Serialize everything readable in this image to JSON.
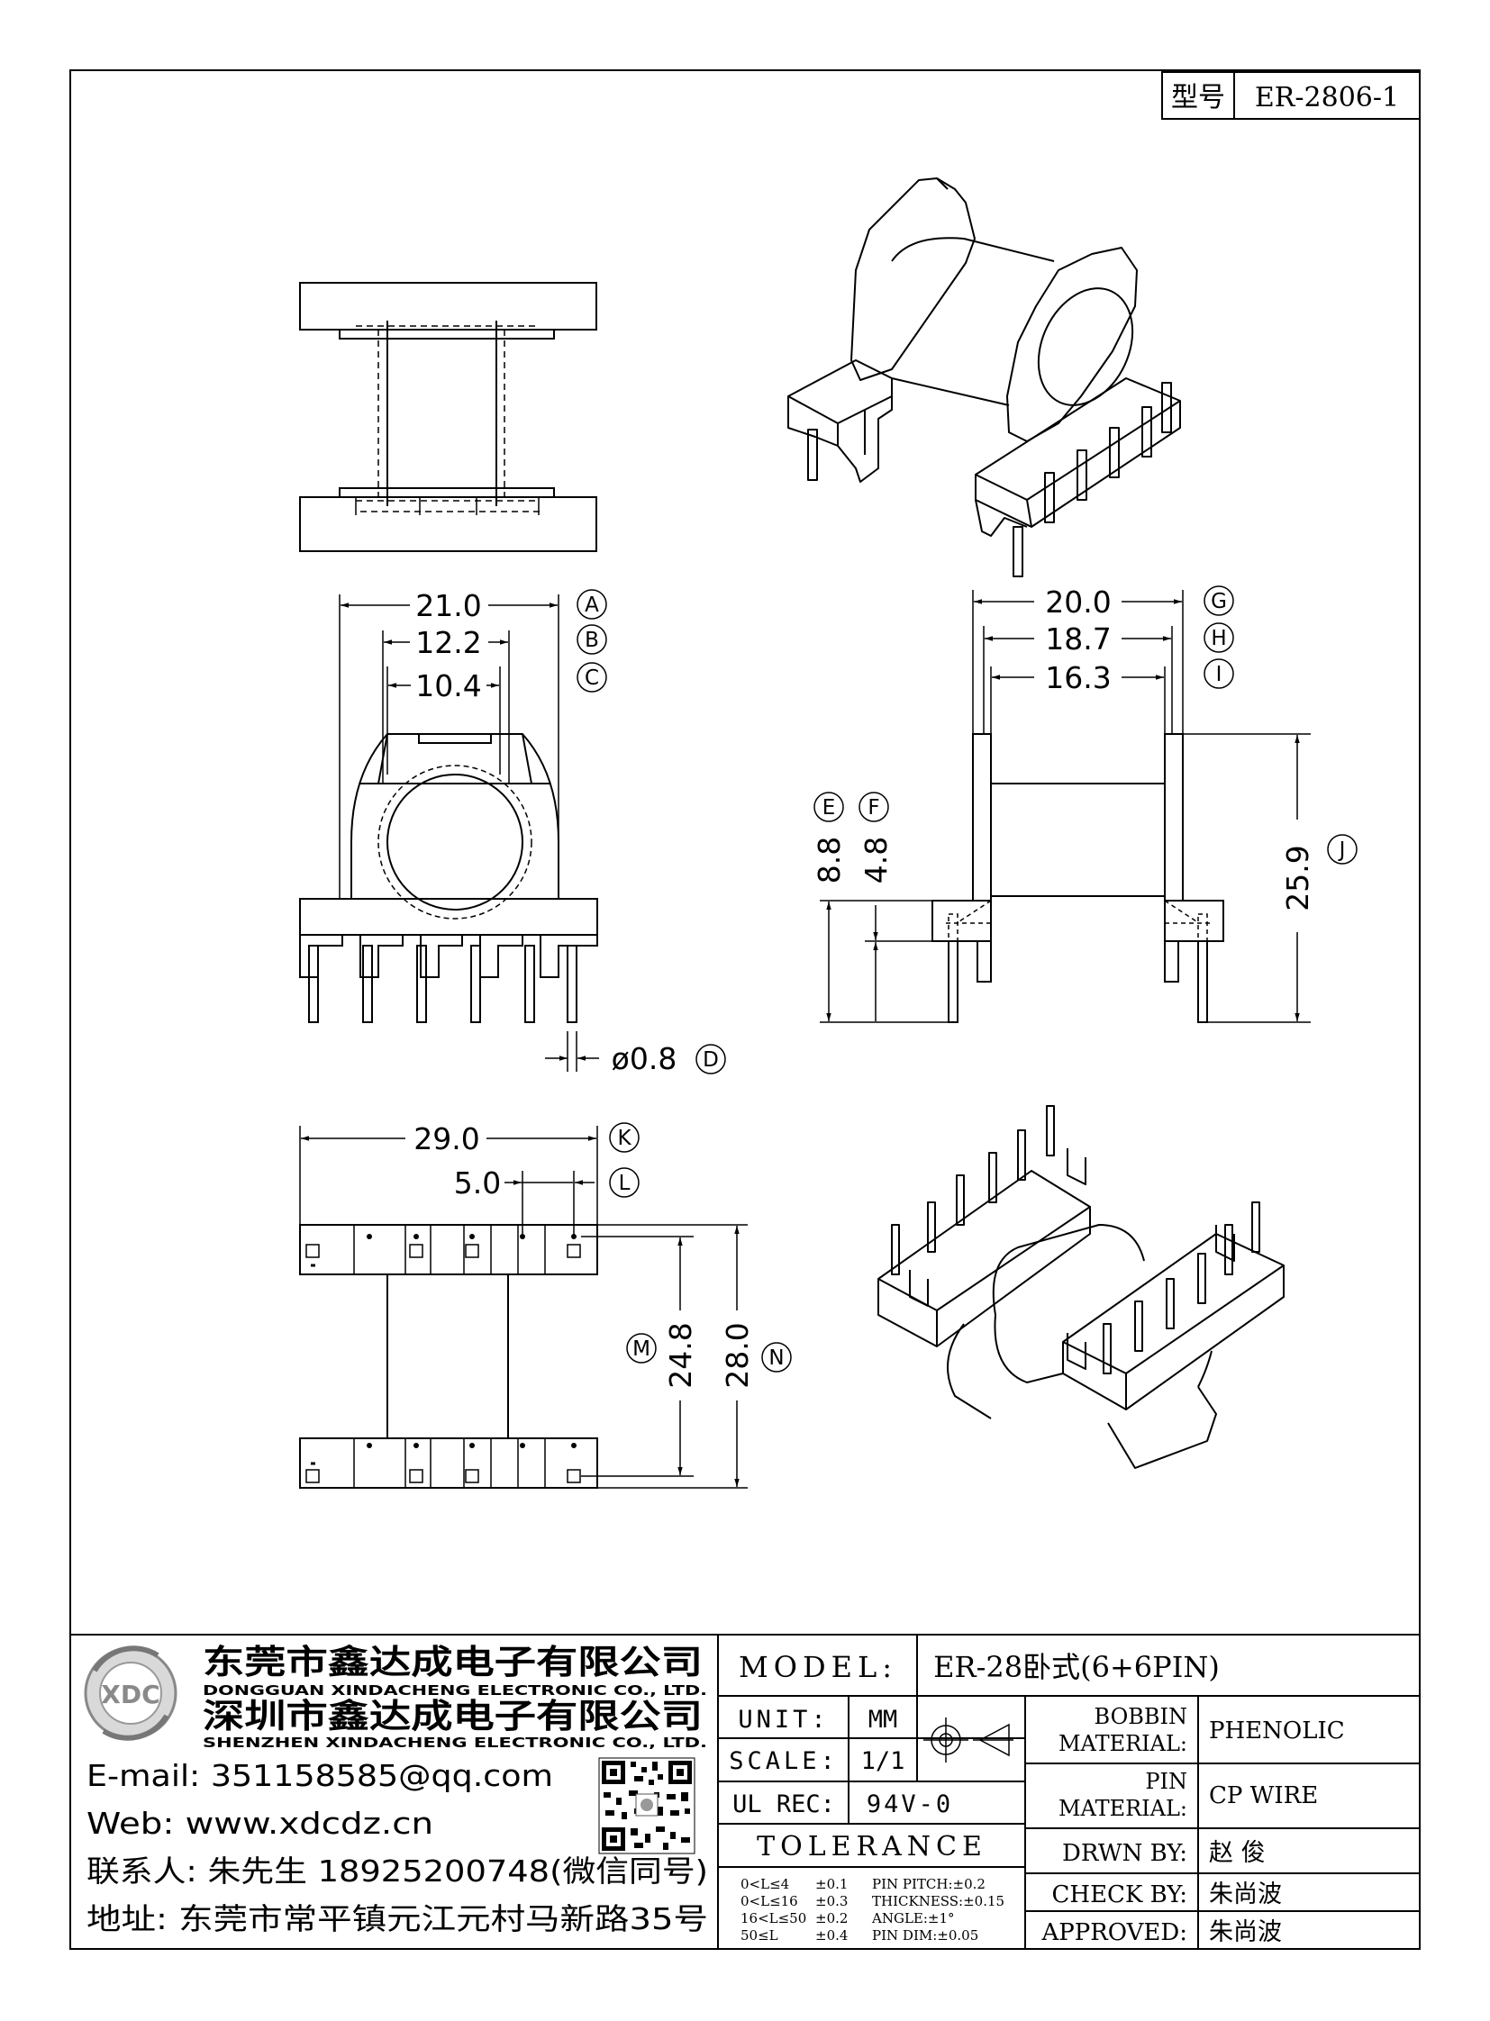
{
  "header": {
    "model_label": "型号",
    "model_value": "ER-2806-1"
  },
  "dimensions": {
    "A": {
      "letter": "A",
      "value": "21.0"
    },
    "B": {
      "letter": "B",
      "value": "12.2"
    },
    "C": {
      "letter": "C",
      "value": "10.4"
    },
    "D": {
      "letter": "D",
      "value": "ø0.8"
    },
    "E": {
      "letter": "E",
      "value": "8.8"
    },
    "F": {
      "letter": "F",
      "value": "4.8"
    },
    "G": {
      "letter": "G",
      "value": "20.0"
    },
    "H": {
      "letter": "H",
      "value": "18.7"
    },
    "I": {
      "letter": "I",
      "value": "16.3"
    },
    "J": {
      "letter": "J",
      "value": "25.9"
    },
    "K": {
      "letter": "K",
      "value": "29.0"
    },
    "L": {
      "letter": "L",
      "value": "5.0"
    },
    "M": {
      "letter": "M",
      "value": "24.8"
    },
    "N": {
      "letter": "N",
      "value": "28.0"
    }
  },
  "company": {
    "dg_name": "东莞市鑫达成电子有限公司",
    "dg_en": "DONGGUAN XINDACHENG ELECTRONIC CO., LTD.",
    "sz_name": "深圳市鑫达成电子有限公司",
    "sz_en": "SHENZHEN XINDACHENG ELECTRONIC CO., LTD.",
    "logo_text": "XDC",
    "email": "E-mail: 351158585@qq.com",
    "web": "Web: www.xdcdz.cn",
    "contact": "联系人: 朱先生 18925200748(微信同号)",
    "address": "地址: 东莞市常平镇元江元村马新路35号"
  },
  "title_block": {
    "model_label": "MODEL:",
    "model_value": "ER-28卧式(6+6PIN)",
    "unit_label": "UNIT:",
    "unit_value": "MM",
    "scale_label": "SCALE:",
    "scale_value": "1/1",
    "ulrec_label": "UL REC:",
    "ulrec_value": "94V-0",
    "tolerance_label": "TOLERANCE",
    "tol_rows": [
      {
        "range": "0<L≤4",
        "tol": "±0.1",
        "spec": "PIN PITCH:±0.2"
      },
      {
        "range": "0<L≤16",
        "tol": "±0.3",
        "spec": "THICKNESS:±0.15"
      },
      {
        "range": "16<L≤50",
        "tol": "±0.2",
        "spec": "ANGLE:±1°"
      },
      {
        "range": "50≤L",
        "tol": "±0.4",
        "spec": "PIN DIM:±0.05"
      }
    ],
    "bobbin_label_1": "BOBBIN",
    "bobbin_label_2": "MATERIAL:",
    "bobbin_value": "PHENOLIC",
    "pin_label_1": "PIN",
    "pin_label_2": "MATERIAL:",
    "pin_value": "CP WIRE",
    "drawn_label": "DRWN BY:",
    "drawn_value": "赵 俊",
    "check_label": "CHECK BY:",
    "check_value": "朱尚波",
    "approved_label": "APPROVED:",
    "approved_value": "朱尚波"
  }
}
